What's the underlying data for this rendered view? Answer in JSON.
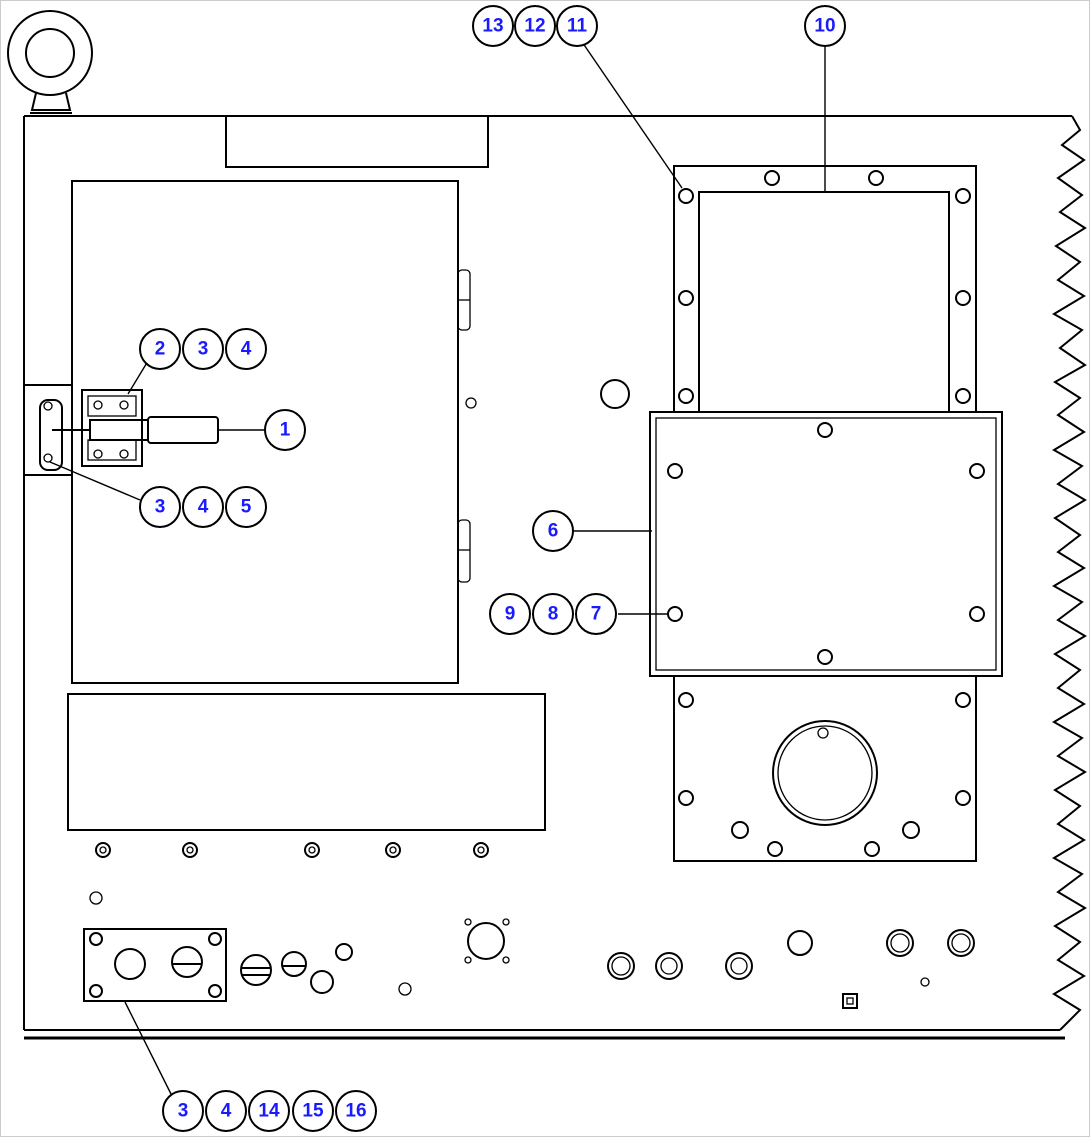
{
  "diagram": {
    "type": "exploded-parts-illustration",
    "colors": {
      "line": "#000000",
      "callout_text": "#1a1aff",
      "background": "#ffffff"
    },
    "callouts": [
      {
        "id": "c-13",
        "label": "13"
      },
      {
        "id": "c-12",
        "label": "12"
      },
      {
        "id": "c-11",
        "label": "11"
      },
      {
        "id": "c-10",
        "label": "10"
      },
      {
        "id": "c-2a",
        "label": "2"
      },
      {
        "id": "c-3a",
        "label": "3"
      },
      {
        "id": "c-4a",
        "label": "4"
      },
      {
        "id": "c-1",
        "label": "1"
      },
      {
        "id": "c-3b",
        "label": "3"
      },
      {
        "id": "c-4b",
        "label": "4"
      },
      {
        "id": "c-5",
        "label": "5"
      },
      {
        "id": "c-6",
        "label": "6"
      },
      {
        "id": "c-9",
        "label": "9"
      },
      {
        "id": "c-8",
        "label": "8"
      },
      {
        "id": "c-7",
        "label": "7"
      },
      {
        "id": "c-3c",
        "label": "3"
      },
      {
        "id": "c-4c",
        "label": "4"
      },
      {
        "id": "c-14",
        "label": "14"
      },
      {
        "id": "c-15",
        "label": "15"
      },
      {
        "id": "c-16",
        "label": "16"
      }
    ]
  }
}
